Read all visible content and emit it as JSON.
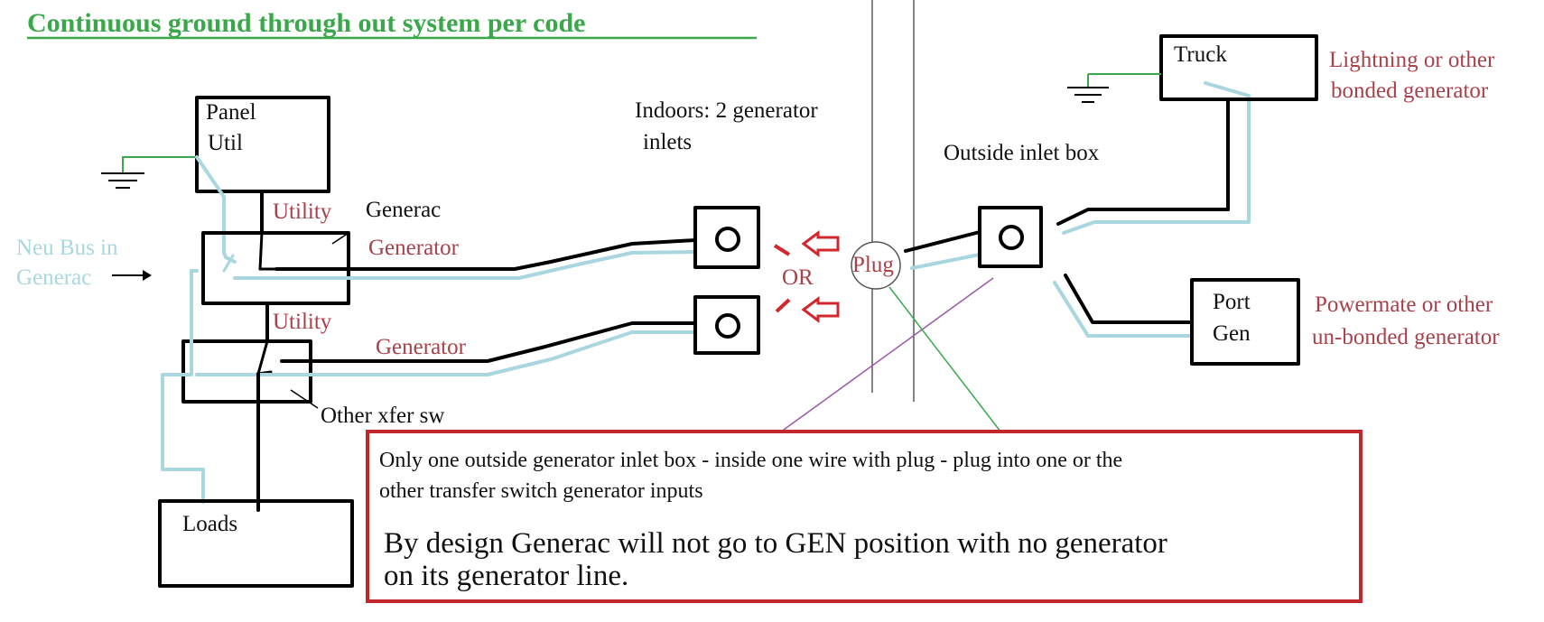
{
  "title": "Continuous ground through out system per code",
  "panel": {
    "line1": "Panel",
    "line2": "Util"
  },
  "generac_label": "Generac",
  "utility_label_1": "Utility",
  "utility_label_2": "Utility",
  "generator_label_1": "Generator",
  "generator_label_2": "Generator",
  "neu_bus": {
    "line1": "Neu Bus in",
    "line2": "Generac"
  },
  "other_xfer_label": "Other xfer sw",
  "loads_label": "Loads",
  "indoors": {
    "line1": "Indoors: 2 generator",
    "line2": "inlets"
  },
  "or_label": "OR",
  "plug_label": "Plug",
  "outside_inlet_label": "Outside inlet box",
  "truck_label": "Truck",
  "lightning": {
    "line1": "Lightning or other",
    "line2": "bonded generator"
  },
  "port_gen": {
    "line1": "Port",
    "line2": "Gen"
  },
  "powermate": {
    "line1": "Powermate or other",
    "line2": "un-bonded generator"
  },
  "note": {
    "line1": "Only one outside generator inlet box - inside one wire with plug - plug into one or the",
    "line2": "other transfer switch generator inputs",
    "big_line1": "By design Generac will not go to  GEN position with no generator",
    "big_line2": "on its generator line."
  },
  "colors": {
    "wire_black": "#000000",
    "neutral_blue": "#a9d6df",
    "ground_green": "#3aa84a",
    "label_red": "#a8414a",
    "arrow_red": "#d2272d",
    "note_border": "#c1272d",
    "pointer_purple": "#9b59a8"
  },
  "icons": [
    "ground-symbol-icon",
    "arrow-left-icon",
    "inlet-receptacle-icon"
  ]
}
